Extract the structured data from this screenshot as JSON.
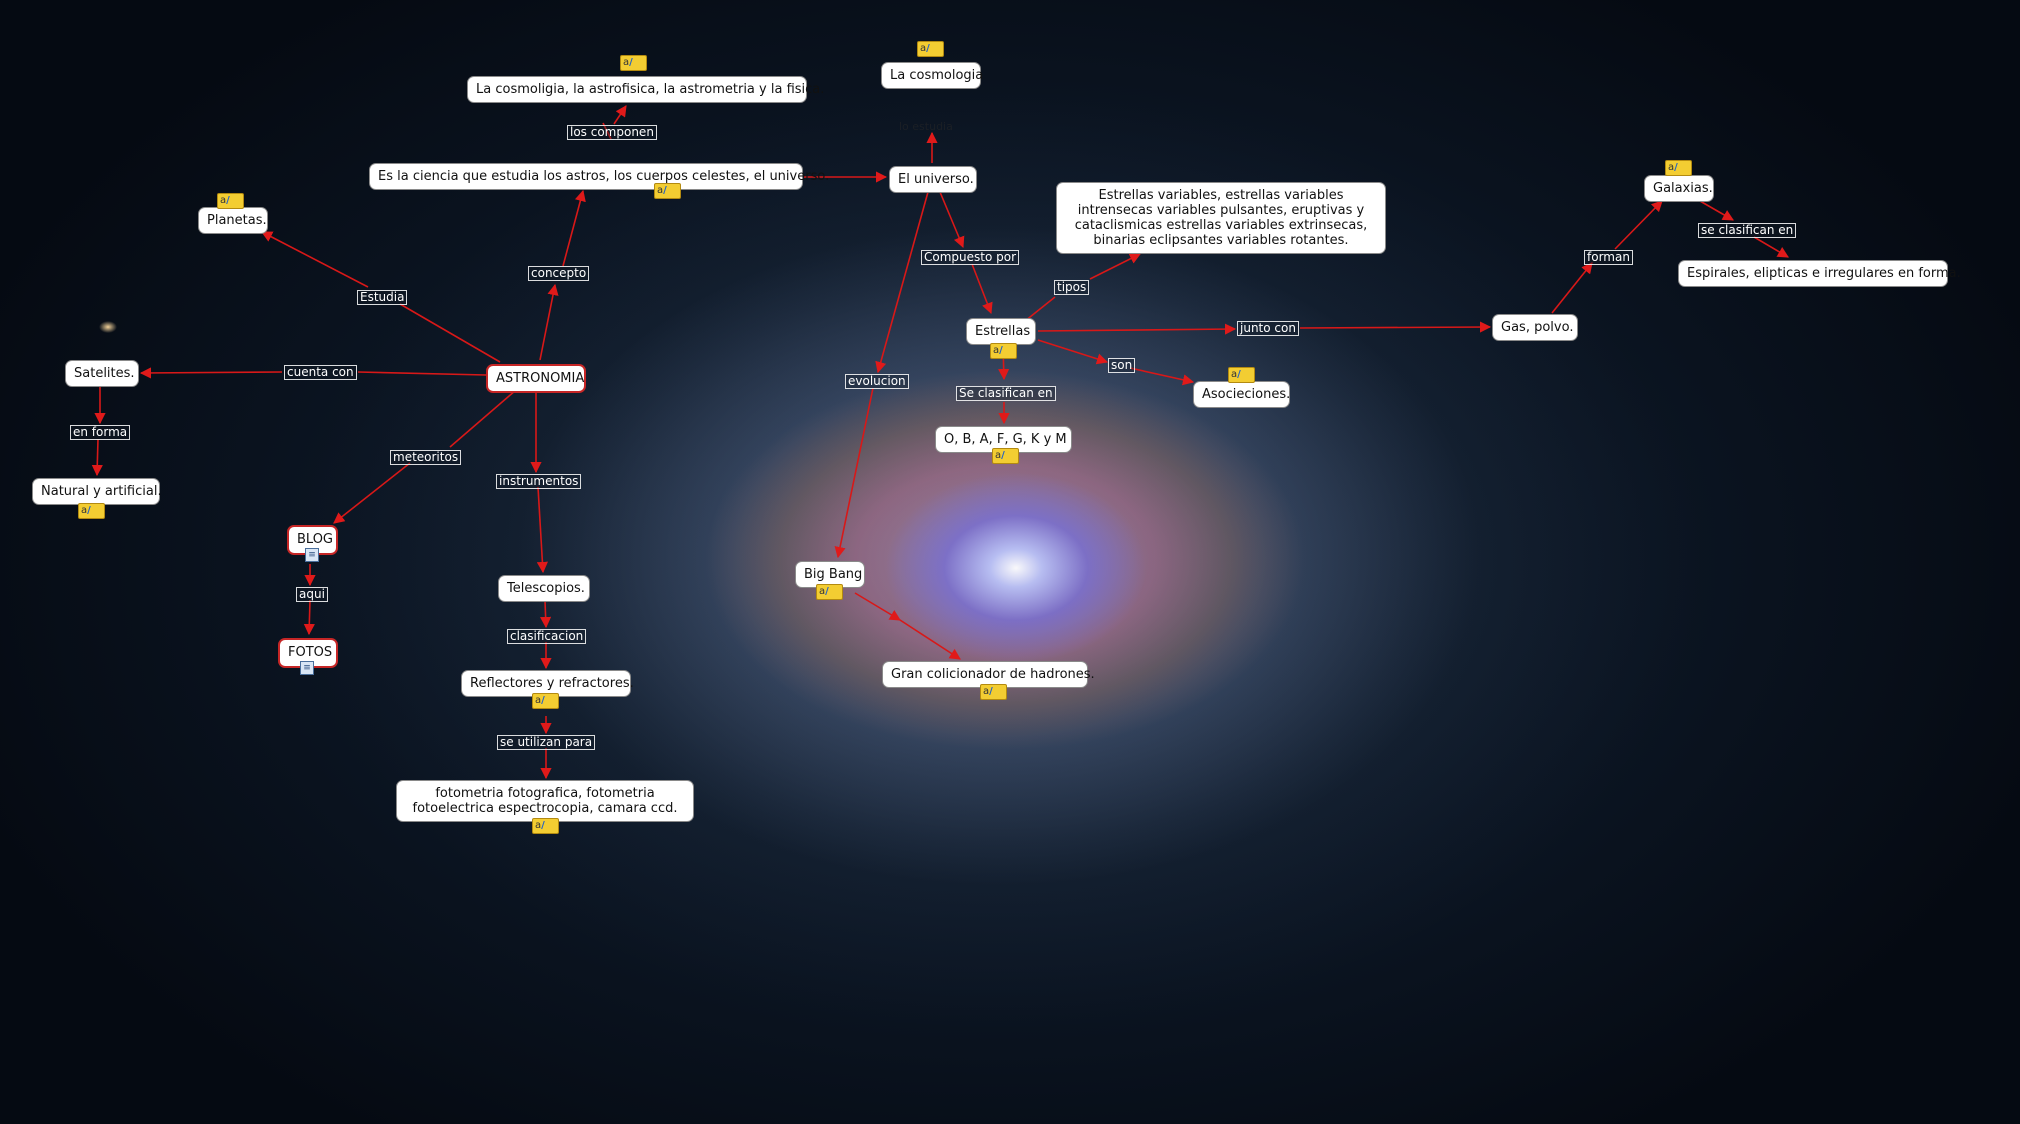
{
  "nodes": {
    "astronomia": "ASTRONOMIA",
    "planetas": "Planetas.",
    "satelites": "Satelites.",
    "natural_artificial": "Natural y artificial.",
    "blog": "BLOG",
    "fotos": "FOTOS",
    "telescopios": "Telescopios.",
    "reflectores": "Reflectores y refractores.",
    "fotometria": "fotometria fotografica, fotometria fotoelectrica espectrocopia, camara ccd.",
    "ciencia": "Es la ciencia que estudia los astros, los cuerpos celestes, el universo.",
    "cosmologia_list": "La cosmoligia, la astrofisica, la astrometria y la fisica.",
    "cosmologia": "La cosmologia",
    "universo": "El universo.",
    "estrellas": "Estrellas",
    "tipos_estrellas": "Estrellas variables, estrellas variables intrensecas variables pulsantes, eruptivas y cataclismicas estrellas variables extrinsecas, binarias eclipsantes variables rotantes.",
    "clases": "O, B, A, F, G, K y M",
    "asociaciones": "Asocieciones.",
    "big_bang": "Big Bang",
    "colicionador": "Gran colicionador de hadrones.",
    "gas_polvo": "Gas, polvo.",
    "galaxias": "Galaxias.",
    "espirales": "Espirales, elipticas e irregulares en forma."
  },
  "links": {
    "estudia": "Estudia",
    "cuenta_con": "cuenta con",
    "en_forma": "en forma",
    "meteoritos": "meteoritos",
    "aqui": "aqui",
    "instrumentos": "instrumentos",
    "clasificacion": "clasificacion",
    "se_utilizan_para": "se utilizan para",
    "concepto": "concepto",
    "los_componen": "los componen",
    "compuesto_por": "Compuesto por",
    "tipos": "tipos",
    "se_clasifican_en": "Se clasifican en",
    "son": "son",
    "evolucion": "evolucion",
    "junto_con": "junto con",
    "forman": "forman",
    "se_clasifican_en_2": "se clasifican en",
    "faint": "lo estudia"
  },
  "note_icon": "a",
  "doc_icon": "≡",
  "colors": {
    "link": "#d81818",
    "node_border_red": "#c62626",
    "note": "#f3cd32"
  }
}
